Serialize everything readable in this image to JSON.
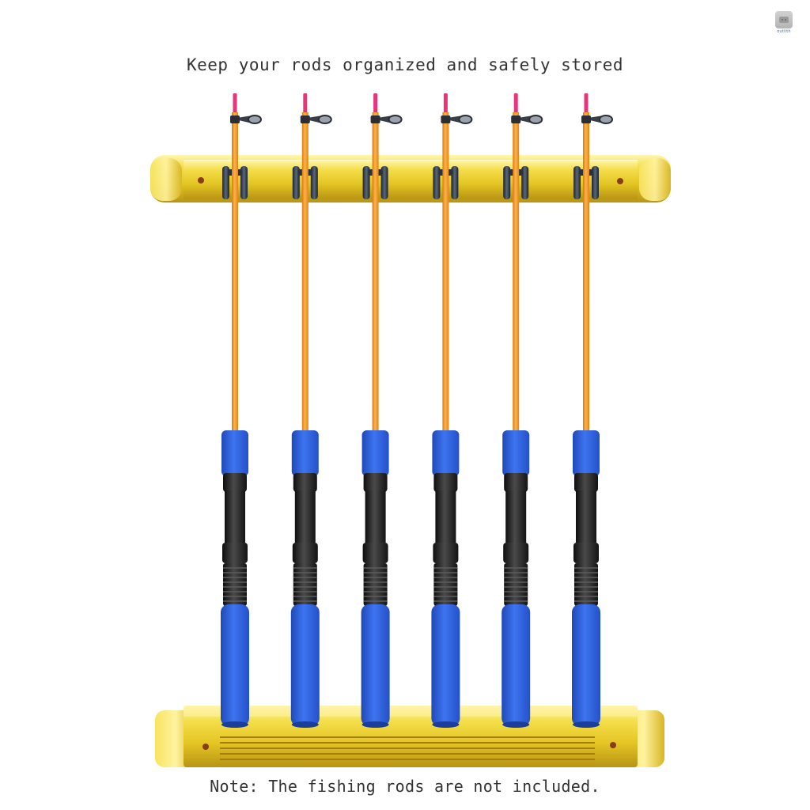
{
  "headline": "Keep your rods organized and safely stored",
  "note": "Note: The fishing rods are not included.",
  "brand": {
    "text": "outlith",
    "icon": "brand-logo-icon"
  },
  "product": {
    "rack_color": "#E9D03A",
    "rod_blank_color": "#F09A28",
    "rod_tip_color": "#E8357A",
    "grip_color": "#2F63E0",
    "reel_seat_color": "#222222",
    "rod_count": 6
  }
}
